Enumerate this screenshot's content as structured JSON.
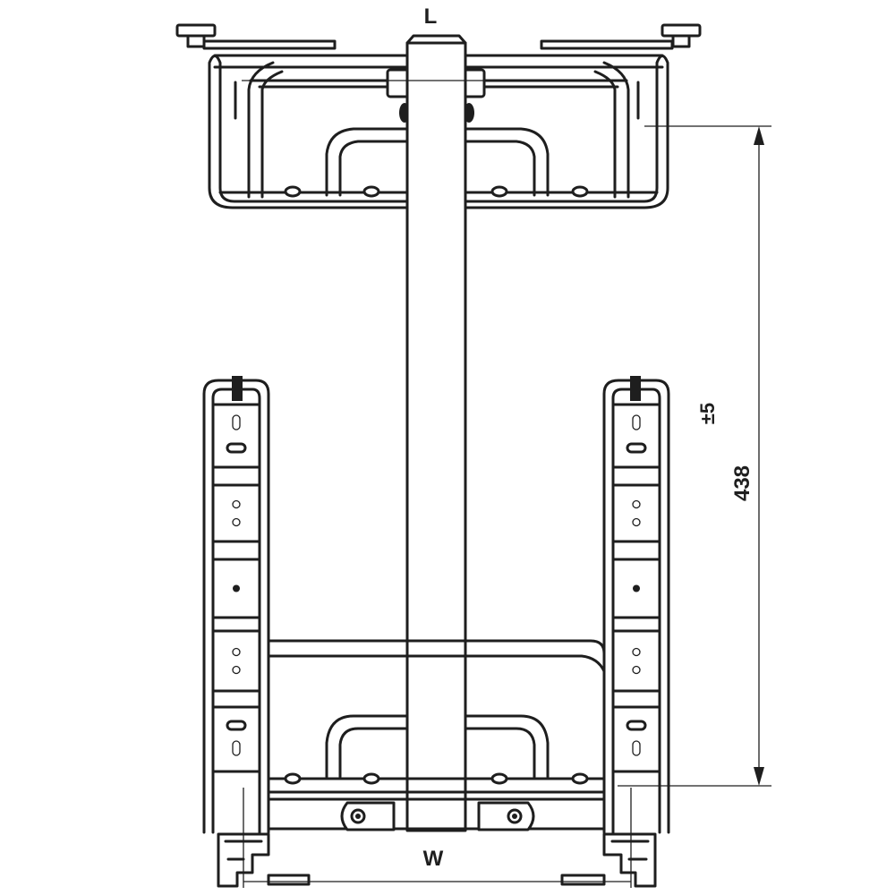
{
  "labels": {
    "length": "L",
    "width": "W",
    "height_dimension": "438",
    "tolerance": "±5"
  }
}
